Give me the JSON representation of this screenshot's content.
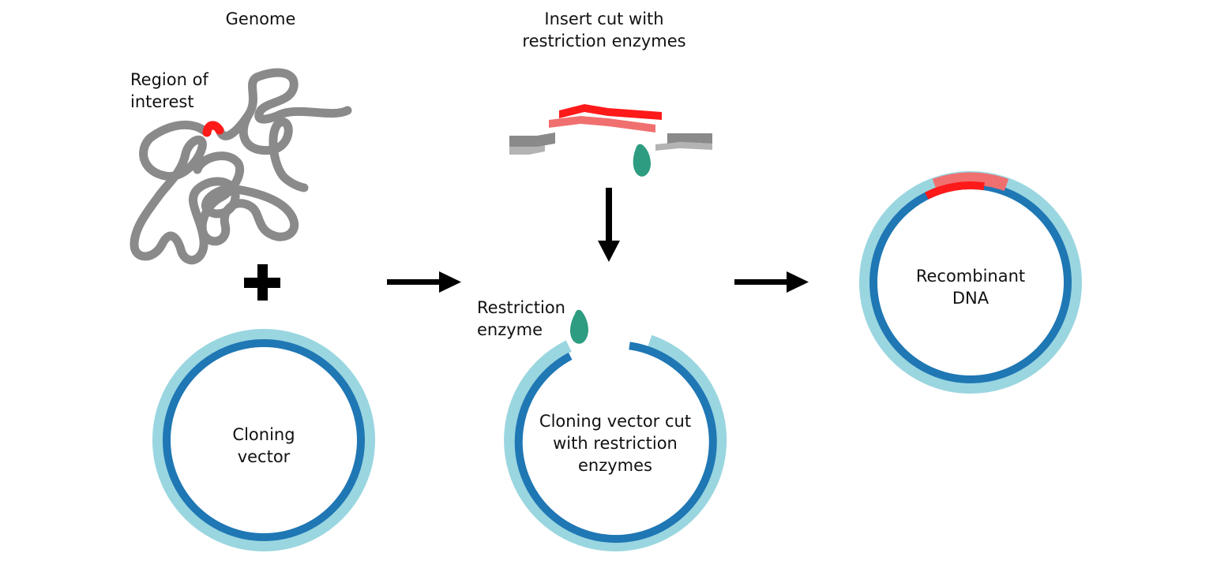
{
  "labels": {
    "genome": "Genome",
    "region_of_interest": [
      "Region of",
      "interest"
    ],
    "cloning_vector": [
      "Cloning",
      "vector"
    ],
    "insert_cut": [
      "Insert cut with",
      "restriction enzymes"
    ],
    "restriction_enzyme": [
      "Restriction",
      "enzyme"
    ],
    "vector_cut": [
      "Cloning vector cut",
      "with restriction",
      "enzymes"
    ],
    "recombinant": [
      "Recombinant",
      "DNA"
    ]
  },
  "colors": {
    "dna_gray": "#8a8a8a",
    "dna_gray_light": "#b3b3b3",
    "insert_red": "#ff1a1a",
    "insert_red_light": "#f07070",
    "vector_dark_blue": "#1f77b4",
    "vector_light_blue": "#9ad6e0",
    "enzyme_teal": "#2e9c80",
    "arrow": "#000000"
  }
}
